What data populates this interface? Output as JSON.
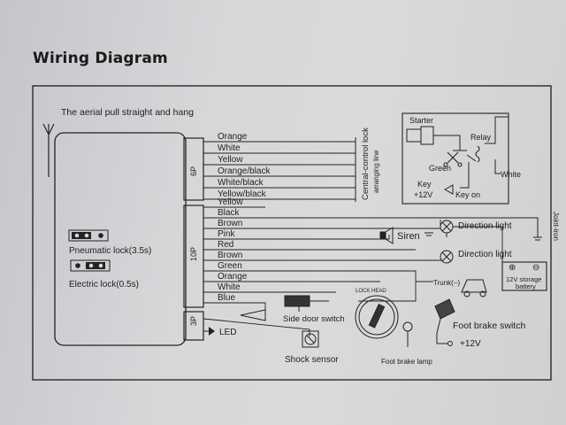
{
  "title": "Wiring Diagram",
  "aerial_label": "The aerial pull straight and hang",
  "connectors": {
    "p6": "6P",
    "p10": "10P",
    "p3": "3P"
  },
  "central_lock": {
    "line1": "Central-control lock",
    "line2": "arranging line"
  },
  "wires_6p": [
    "Orange",
    "White",
    "Yellow",
    "Orange/black",
    "White/black",
    "Yellow/black"
  ],
  "wires_10p": [
    "Yellow",
    "Black",
    "Brown",
    "Pink",
    "Red",
    "Brown",
    "Green",
    "Orange",
    "White",
    "Blue"
  ],
  "jumpers": {
    "pneumatic": "Pneumatic lock(3.5s)",
    "electric": "Electric lock(0.5s)"
  },
  "components": {
    "siren": "Siren",
    "direction_light_1": "Direction light",
    "direction_light_2": "Direction light",
    "joint_iron": "Joint-iron",
    "battery_line1": "12V storage",
    "battery_line2": "battery",
    "trunk": "Trunk(−)",
    "side_door_switch": "Side door switch",
    "lock_head": "LOCK HEAD",
    "foot_brake_switch": "Foot brake switch",
    "plus12v": "+12V",
    "led": "LED",
    "shock_sensor": "Shock sensor",
    "foot_brake_lamp": "Foot brake lamp"
  },
  "starter_box": {
    "starter": "Starter",
    "relay": "Relay",
    "green": "Green",
    "white": "White",
    "key": "Key",
    "plus12v": "+12V",
    "key_on": "Key on"
  },
  "colors": {
    "ink": "#1e1e1e",
    "paper": "#d6d7d9"
  }
}
